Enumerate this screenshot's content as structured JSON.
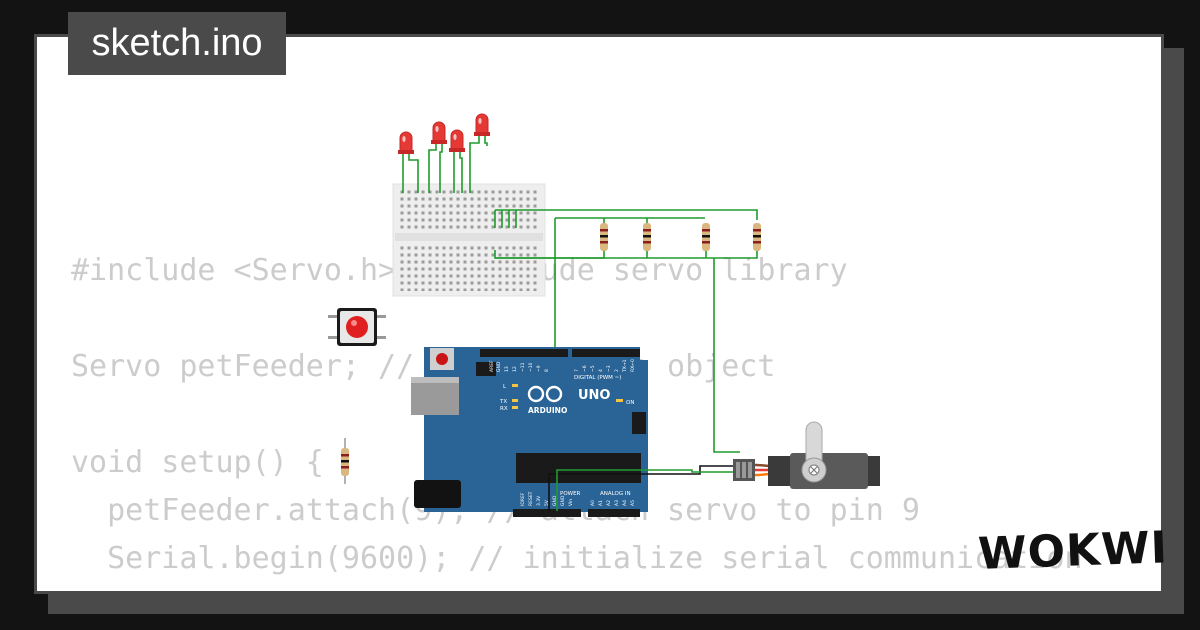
{
  "title": "sketch.ino",
  "brand": "WOKWI",
  "code_lines": [
    "#include <Servo.h> // include servo library",
    "",
    "Servo petFeeder; // create servo object",
    "",
    "void setup() {",
    "  petFeeder.attach(9); // attach servo to pin 9",
    "  Serial.begin(9600); // initialize serial communication",
    "}"
  ],
  "board": {
    "model": "UNO",
    "brand_text": "ARDUINO",
    "digital_label": "DIGITAL (PWM ~)",
    "analog_label": "ANALOG IN",
    "power_label": "POWER",
    "on_label": "ON",
    "tx_label": "TX",
    "rx_label": "RX",
    "l_label": "L",
    "aref_label": "AREF",
    "gnd_label": "GND",
    "pin_labels": [
      "13",
      "12",
      "~11",
      "~10",
      "~9",
      "8",
      "7",
      "~6",
      "~5",
      "4",
      "~3",
      "2",
      "TX→1",
      "RX←0"
    ],
    "power_pins": [
      "IOREF",
      "RESET",
      "3.3V",
      "5V",
      "GND",
      "GND",
      "Vin"
    ],
    "analog_pins": [
      "A0",
      "A1",
      "A2",
      "A3",
      "A4",
      "A5"
    ]
  },
  "colors": {
    "background": "#131313",
    "card": "#ffffff",
    "frame": "#4a4a4a",
    "code_text": "#cccccc",
    "wire": "#1e9c2c",
    "board": "#2a6496",
    "led": "#e53935",
    "button": "#e02020",
    "servo": "#5a5a5a",
    "servo_orange": "#ff7b00",
    "servo_red": "#e53935"
  },
  "icons": {
    "logo": "wokwi-logo",
    "board": "arduino-uno-icon",
    "breadboard": "breadboard-icon",
    "servo": "servo-motor-icon",
    "button": "pushbutton-icon",
    "led": "led-icon",
    "resistor": "resistor-icon"
  }
}
